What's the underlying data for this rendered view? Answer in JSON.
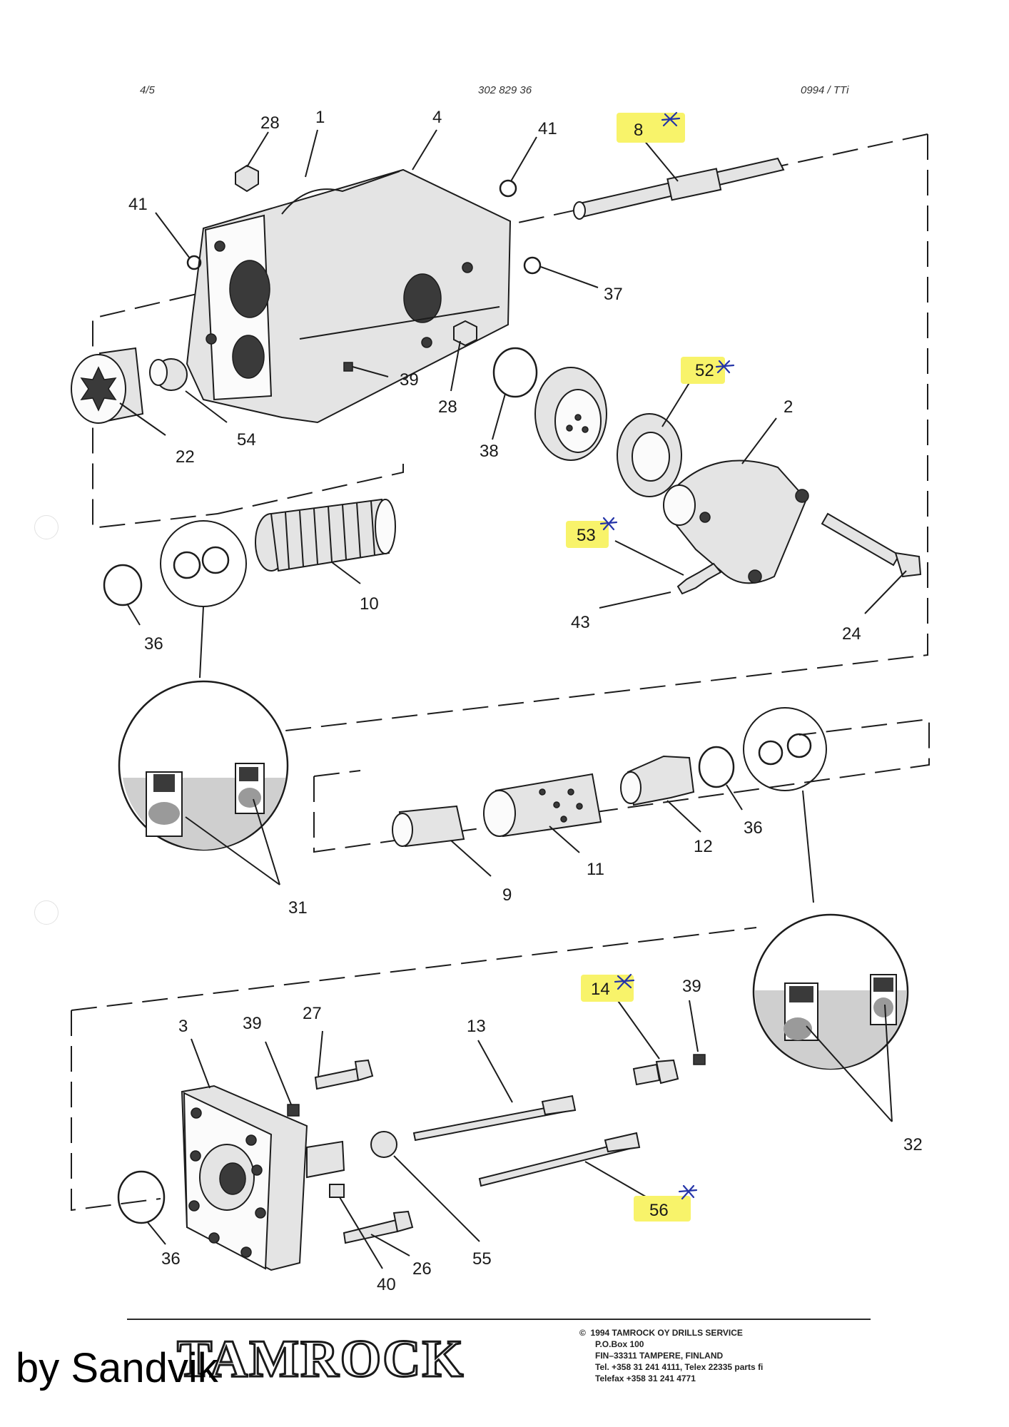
{
  "header": {
    "page": "4/5",
    "part_number": "302 829 36",
    "revision": "0994 / TTi"
  },
  "callouts": [
    {
      "id": "c28a",
      "label": "28"
    },
    {
      "id": "c1",
      "label": "1"
    },
    {
      "id": "c4",
      "label": "4"
    },
    {
      "id": "c41a",
      "label": "41"
    },
    {
      "id": "c8",
      "label": "8",
      "highlighted": true
    },
    {
      "id": "c41b",
      "label": "41"
    },
    {
      "id": "c37",
      "label": "37"
    },
    {
      "id": "c39a",
      "label": "39"
    },
    {
      "id": "c28b",
      "label": "28"
    },
    {
      "id": "c38",
      "label": "38"
    },
    {
      "id": "c52",
      "label": "52",
      "highlighted": true
    },
    {
      "id": "c2",
      "label": "2"
    },
    {
      "id": "c22",
      "label": "22"
    },
    {
      "id": "c54",
      "label": "54"
    },
    {
      "id": "c53",
      "label": "53",
      "highlighted": true
    },
    {
      "id": "c43",
      "label": "43"
    },
    {
      "id": "c24",
      "label": "24"
    },
    {
      "id": "c10",
      "label": "10"
    },
    {
      "id": "c36a",
      "label": "36"
    },
    {
      "id": "c36b",
      "label": "36"
    },
    {
      "id": "c12",
      "label": "12"
    },
    {
      "id": "c11",
      "label": "11"
    },
    {
      "id": "c9",
      "label": "9"
    },
    {
      "id": "c31",
      "label": "31"
    },
    {
      "id": "c14",
      "label": "14",
      "highlighted": true
    },
    {
      "id": "c39b",
      "label": "39"
    },
    {
      "id": "c27",
      "label": "27"
    },
    {
      "id": "c39c",
      "label": "39"
    },
    {
      "id": "c13",
      "label": "13"
    },
    {
      "id": "c3",
      "label": "3"
    },
    {
      "id": "c32",
      "label": "32"
    },
    {
      "id": "c56",
      "label": "56",
      "highlighted": true
    },
    {
      "id": "c55",
      "label": "55"
    },
    {
      "id": "c36c",
      "label": "36"
    },
    {
      "id": "c26",
      "label": "26"
    },
    {
      "id": "c40",
      "label": "40"
    }
  ],
  "footer": {
    "logo": "TAMROCK",
    "copyright_symbol": "©",
    "address_lines": [
      "1994 TAMROCK OY DRILLS SERVICE",
      "P.O.Box 100",
      "FIN–33311 TAMPERE, FINLAND",
      "Tel. +358 31 241 4111, Telex 22335 parts fi",
      "Telefax +358 31 241 4771"
    ],
    "byline": "by Sandvik"
  },
  "colors": {
    "highlight": "#f8f36a",
    "annotation_ink": "#2434a8",
    "line": "#1c1c1c",
    "part_fill": "#e4e4e4"
  }
}
